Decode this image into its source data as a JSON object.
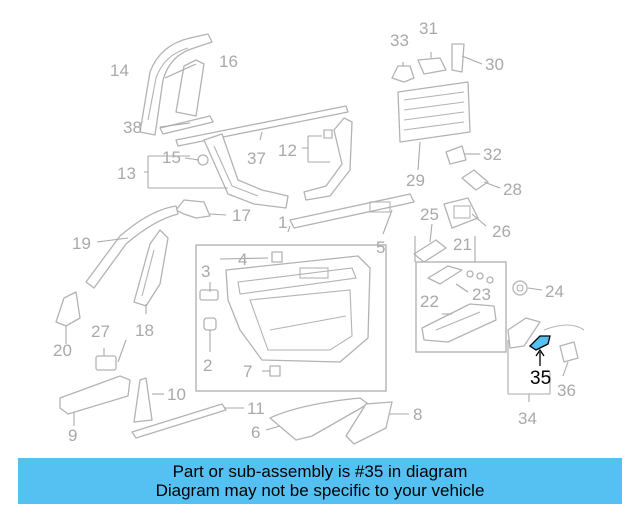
{
  "callouts": {
    "c1": "1",
    "c2": "2",
    "c3": "3",
    "c4": "4",
    "c5": "5",
    "c6": "6",
    "c7": "7",
    "c8": "8",
    "c9": "9",
    "c10": "10",
    "c11": "11",
    "c12": "12",
    "c13": "13",
    "c14": "14",
    "c15": "15",
    "c16": "16",
    "c17": "17",
    "c18": "18",
    "c19": "19",
    "c20": "20",
    "c21": "21",
    "c22": "22",
    "c23": "23",
    "c24": "24",
    "c25": "25",
    "c26": "26",
    "c27": "27",
    "c28": "28",
    "c29": "29",
    "c30": "30",
    "c31": "31",
    "c32": "32",
    "c33": "33",
    "c34": "34",
    "c35": "35",
    "c36": "36",
    "c37": "37",
    "c38": "38"
  },
  "highlight": {
    "part_number": "35",
    "color": "#55c1f3"
  },
  "banner": {
    "line1": "Part or sub-assembly is #35 in diagram",
    "line2": "Diagram may not be specific to your vehicle",
    "background": "#55c1f3"
  }
}
